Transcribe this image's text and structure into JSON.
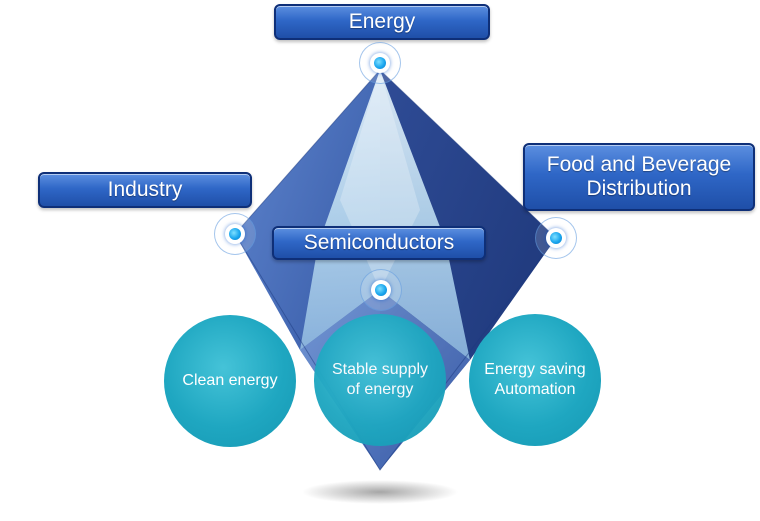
{
  "diagram": {
    "hub_labels": {
      "energy": "Energy",
      "industry": "Industry",
      "food_line1": "Food and Beverage",
      "food_line2": "Distribution",
      "semiconductors": "Semiconductors"
    },
    "circles": {
      "clean_energy": "Clean energy",
      "stable_line1": "Stable supply",
      "stable_line2": "of energy",
      "saving_line1": "Energy saving",
      "saving_line2": "Automation"
    },
    "colors": {
      "label_fill": "#2f67c7",
      "label_border": "#0e2f78",
      "crystal_dark": "#2e4f9c",
      "crystal_light": "#c9e2f3",
      "node_dot": "#1aa6ee",
      "circle_fill": "#1fa7c1"
    }
  }
}
